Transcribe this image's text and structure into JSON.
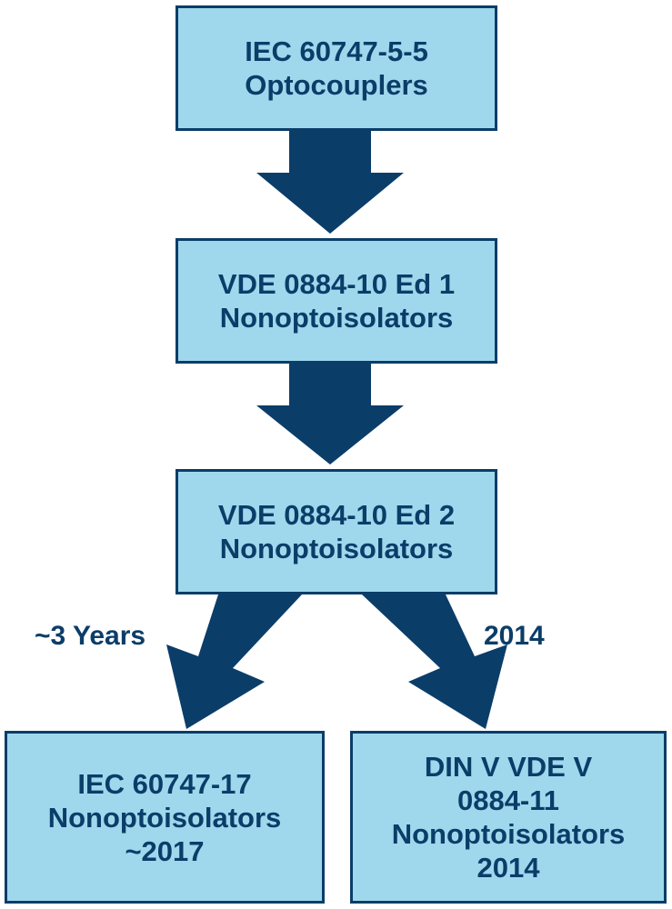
{
  "colors": {
    "box_fill": "#9fd8ec",
    "box_border": "#0b3d69",
    "arrow": "#0b3d69",
    "text": "#0b3d69"
  },
  "nodes": [
    {
      "lines": [
        "IEC 60747-5-5",
        "Optocouplers"
      ]
    },
    {
      "lines": [
        "VDE 0884-10 Ed 1",
        "Nonoptoisolators"
      ]
    },
    {
      "lines": [
        "VDE 0884-10 Ed 2",
        "Nonoptoisolators"
      ]
    },
    {
      "lines": [
        "IEC 60747-17",
        "Nonoptoisolators",
        "~2017"
      ]
    },
    {
      "lines": [
        "DIN V VDE V",
        "0884-11",
        "Nonoptoisolators",
        "2014"
      ]
    }
  ],
  "edges": [
    {
      "from": 0,
      "to": 1,
      "label": ""
    },
    {
      "from": 1,
      "to": 2,
      "label": ""
    },
    {
      "from": 2,
      "to": 3,
      "label": "~3 Years"
    },
    {
      "from": 2,
      "to": 4,
      "label": "2014"
    }
  ]
}
